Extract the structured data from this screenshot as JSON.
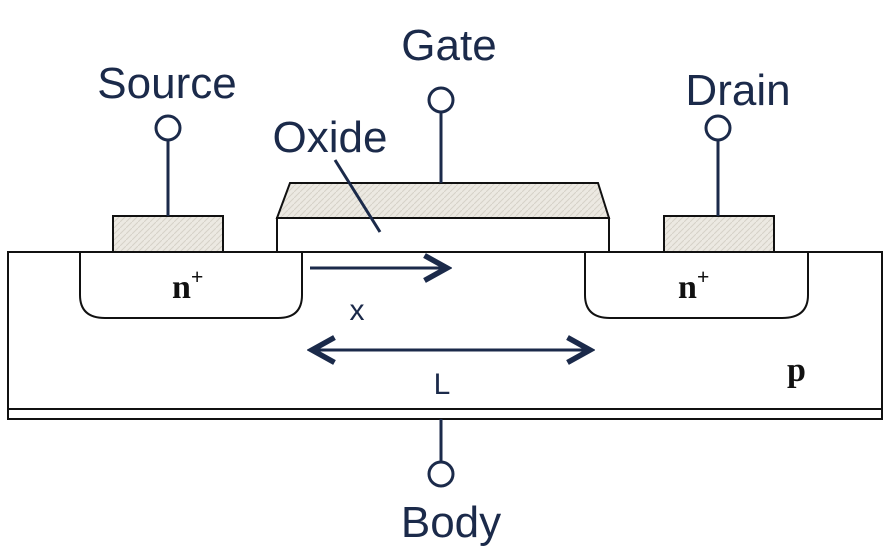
{
  "terminals": {
    "gate": "Gate",
    "source": "Source",
    "drain": "Drain",
    "body": "Body"
  },
  "layers": {
    "oxide": "Oxide"
  },
  "regions": {
    "source_doping": "n",
    "source_doping_sup": "+",
    "drain_doping": "n",
    "drain_doping_sup": "+",
    "substrate_doping": "p"
  },
  "dimensions": {
    "position_label": "x",
    "length_label": "L"
  },
  "colors": {
    "label": "#1b2a4a",
    "outline": "#111111",
    "contact_fill": "#e9e6df"
  }
}
